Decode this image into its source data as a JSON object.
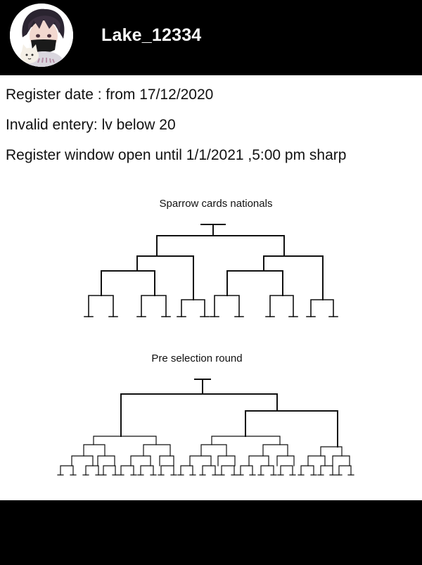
{
  "header": {
    "username": "Lake_12334",
    "avatar_icon": "anime-avatar-with-mask-and-cat"
  },
  "info": {
    "lines": [
      "Register date : from 17/12/2020",
      "Invalid entery: lv below 20",
      "Register window open until 1/1/2021 ,5:00 pm sharp"
    ]
  },
  "brackets": {
    "nationals": {
      "title": "Sparrow cards nationals"
    },
    "pre_selection": {
      "title": "Pre selection round"
    }
  },
  "colors": {
    "header_bg": "#000000",
    "page_bg": "#ffffff",
    "text": "#111111"
  }
}
